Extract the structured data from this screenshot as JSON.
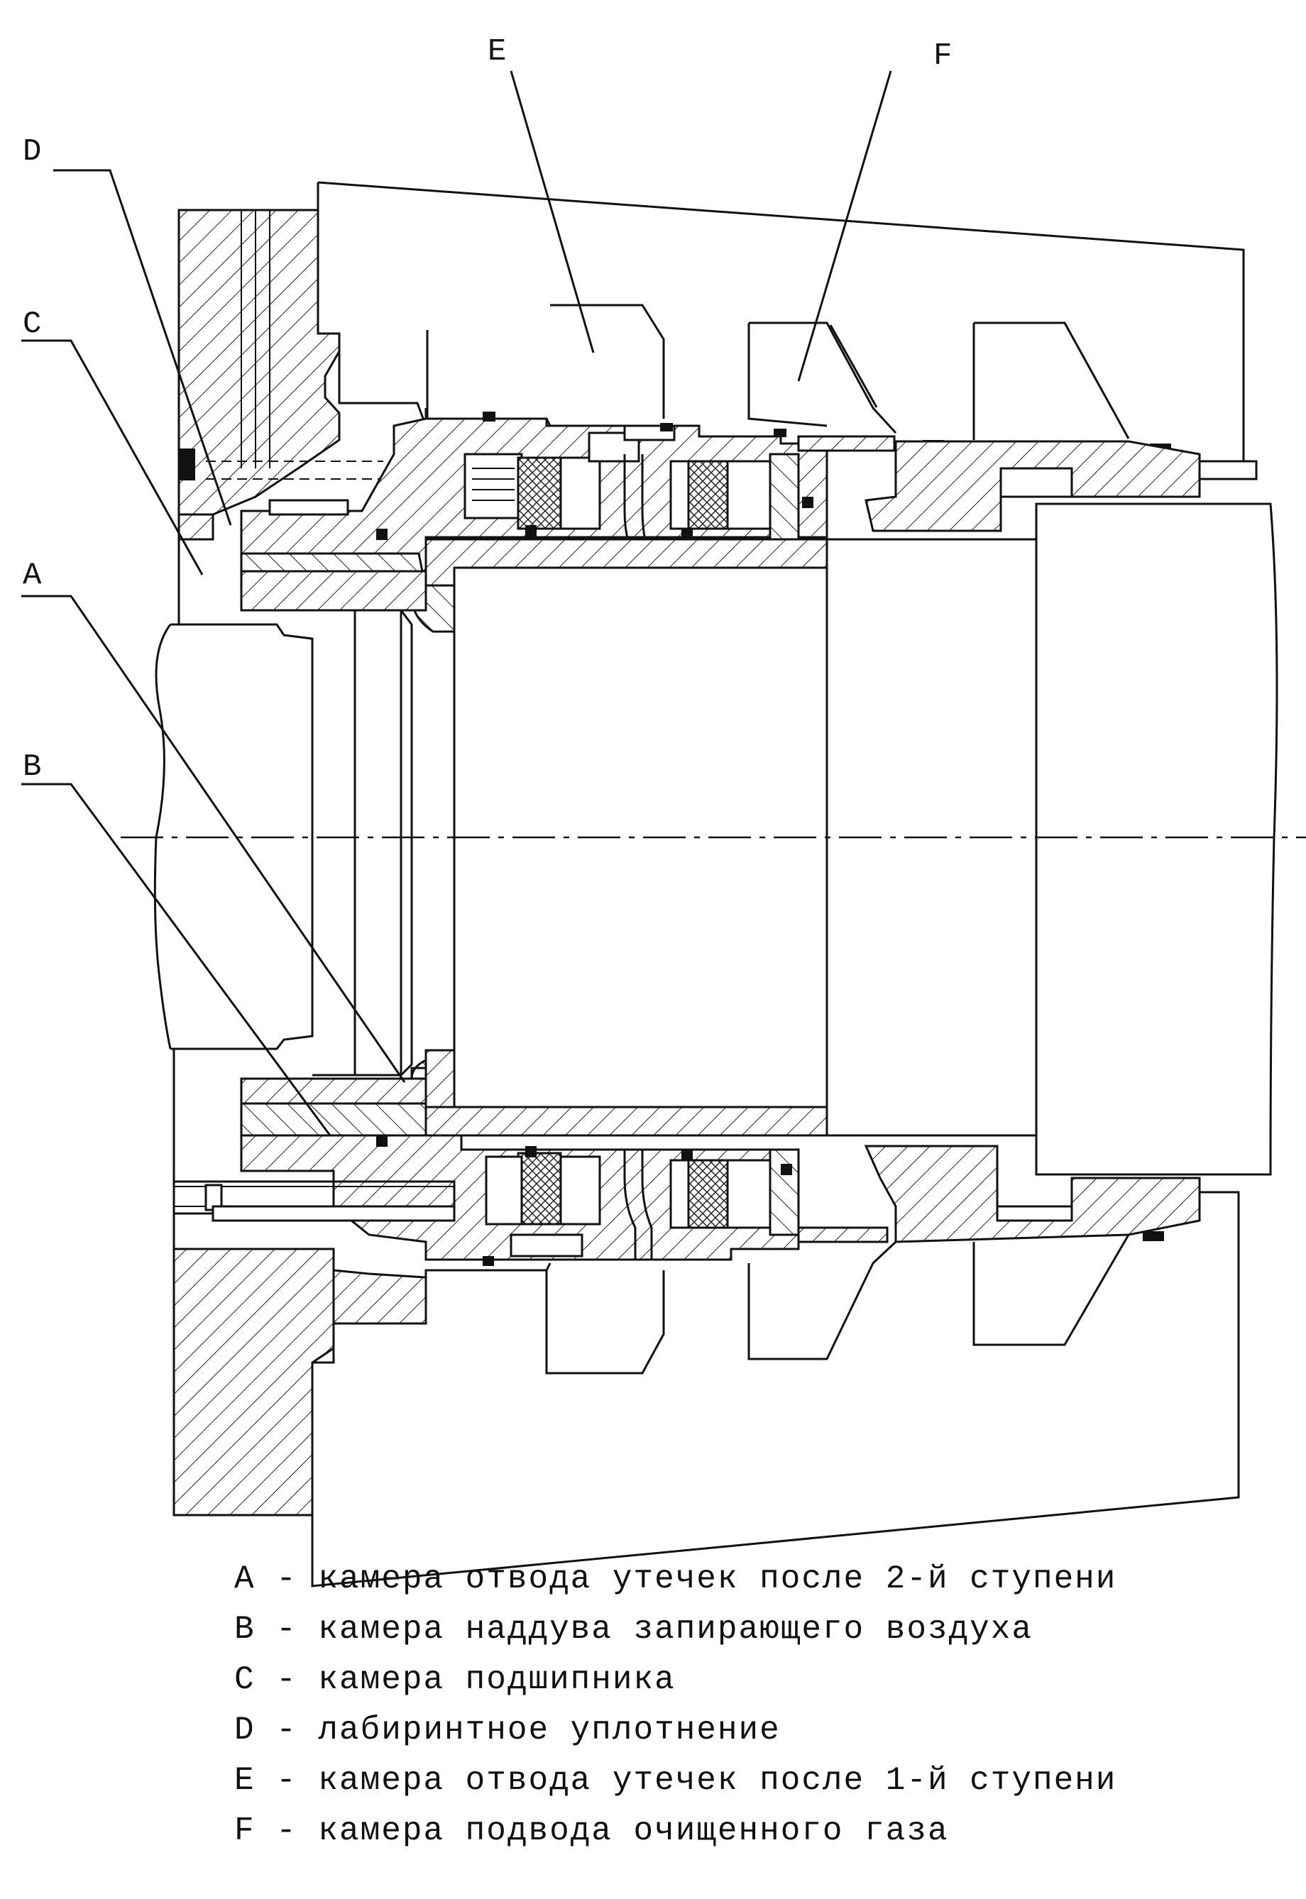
{
  "callouts": [
    {
      "id": "A",
      "letter": "A"
    },
    {
      "id": "B",
      "letter": "B"
    },
    {
      "id": "C",
      "letter": "C"
    },
    {
      "id": "D",
      "letter": "D"
    },
    {
      "id": "E",
      "letter": "E"
    },
    {
      "id": "F",
      "letter": "F"
    }
  ],
  "legend": [
    {
      "letter": "A",
      "text": "A - камера отвода утечек после 2-й ступени"
    },
    {
      "letter": "B",
      "text": "B - камера наддува запирающего воздуха"
    },
    {
      "letter": "C",
      "text": "C - камера подшипника"
    },
    {
      "letter": "D",
      "text": "D - лабиринтное уплотнение"
    },
    {
      "letter": "E",
      "text": "E - камера отвода утечек после 1-й ступени"
    },
    {
      "letter": "F",
      "text": "F - камера подвода очищенного газа"
    }
  ]
}
